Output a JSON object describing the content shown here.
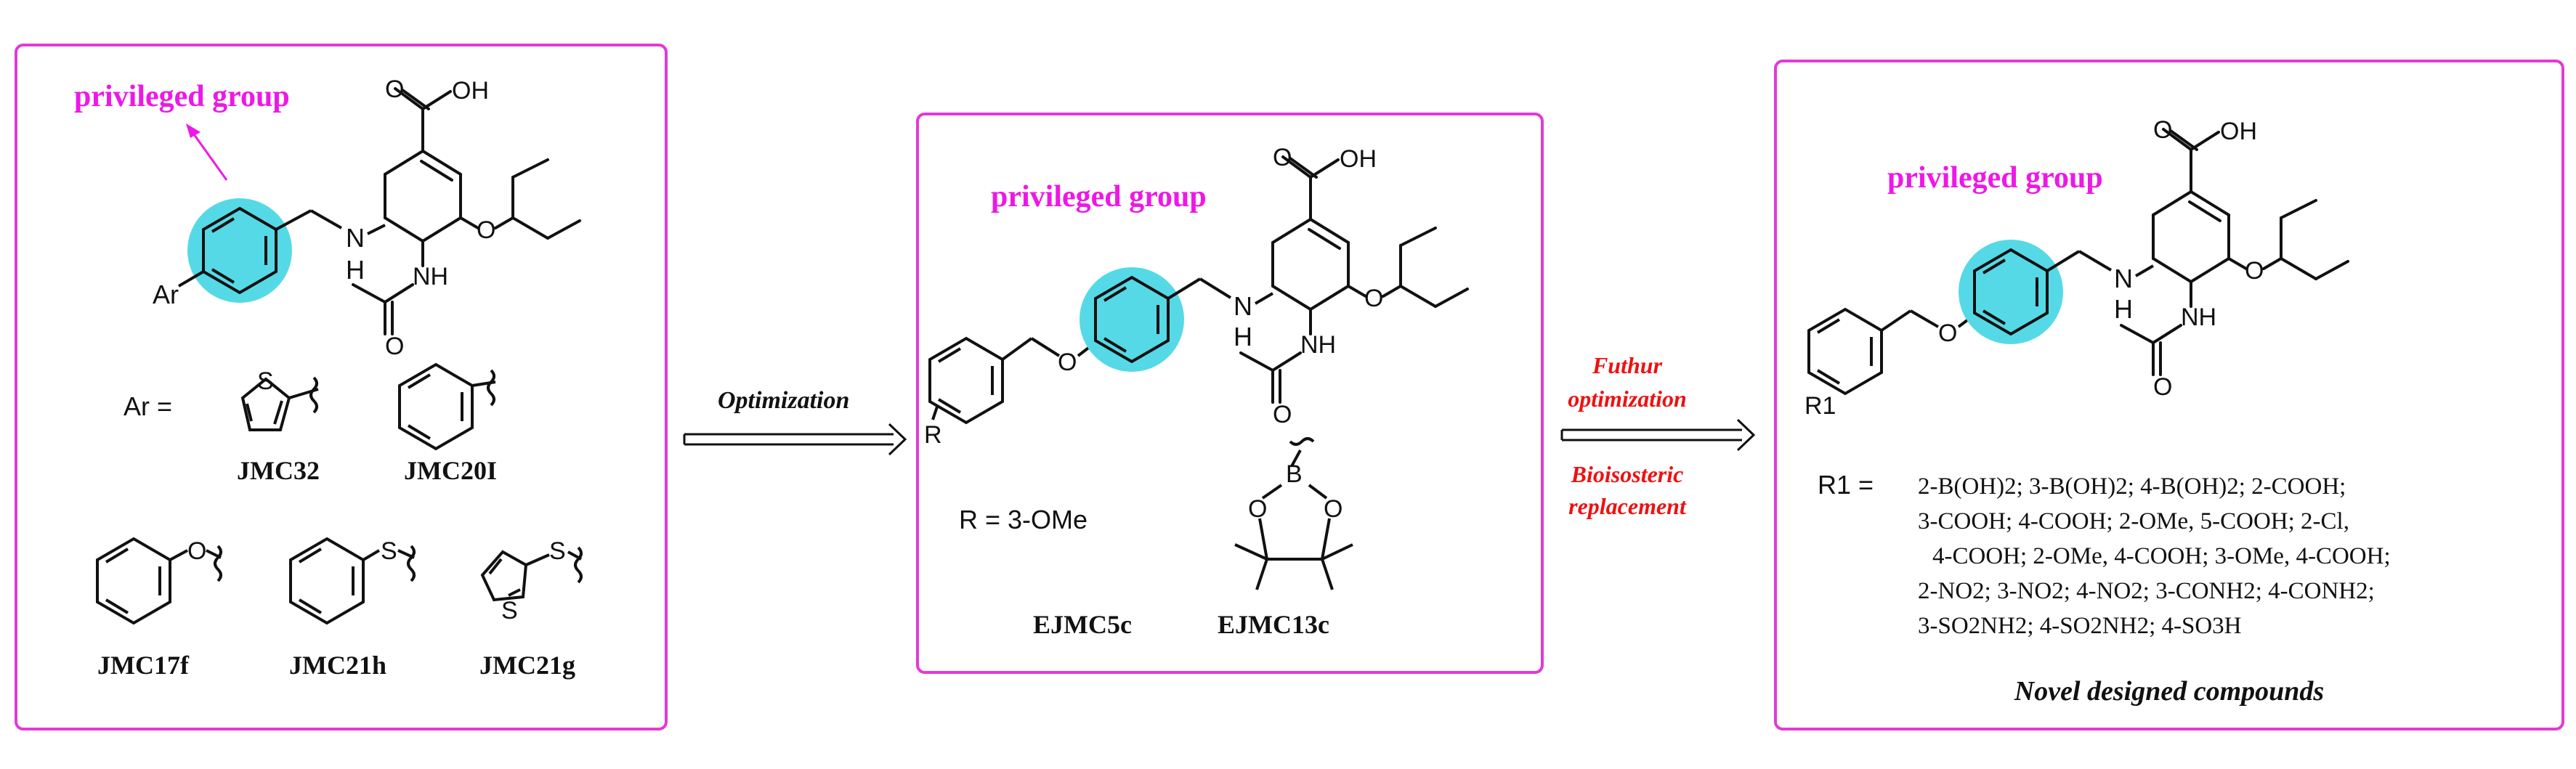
{
  "colors": {
    "frame": "#e23ad7",
    "highlight": "#56d9e6",
    "privileged_text": "#ee18e6",
    "annotation_red": "#ee1111",
    "ink": "#111111"
  },
  "panel1": {
    "privileged_label": "privileged group",
    "ar_sub": "Ar",
    "ar_eq": "Ar =",
    "labels": {
      "jmc32": "JMC32",
      "jmc20i": "JMC20I",
      "jmc17f": "JMC17f",
      "jmc21h": "JMC21h",
      "jmc21g": "JMC21g"
    }
  },
  "arrow1": {
    "label": "Optimization"
  },
  "panel2": {
    "privileged_label": "privileged group",
    "r_sub": "R",
    "r_eq": "R = 3-OMe",
    "labels": {
      "ejmc5c": "EJMC5c",
      "ejmc13c": "EJMC13c"
    }
  },
  "arrow2": {
    "label_top_1": "Futhur",
    "label_top_2": "optimization",
    "label_bot_1": "Bioisosteric",
    "label_bot_2": "replacement"
  },
  "panel3": {
    "privileged_label": "privileged group",
    "r1_sub": "R1",
    "r1_eq": "R1 =",
    "substituent_lines": [
      "2-B(OH)2;  3-B(OH)2;  4-B(OH)2;  2-COOH;",
      "3-COOH;  4-COOH;  2-OMe,  5-COOH;  2-Cl,",
      "4-COOH;  2-OMe, 4-COOH;  3-OMe, 4-COOH;",
      "2-NO2;  3-NO2;  4-NO2;  3-CONH2;  4-CONH2;",
      "3-SO2NH2;  4-SO2NH2;  4-SO3H"
    ],
    "caption": "Novel designed compounds"
  },
  "molecule_atoms": {
    "oh": "OH",
    "o": "O",
    "nh": "NH",
    "h": "H",
    "n": "N",
    "s": "S",
    "b": "B"
  }
}
